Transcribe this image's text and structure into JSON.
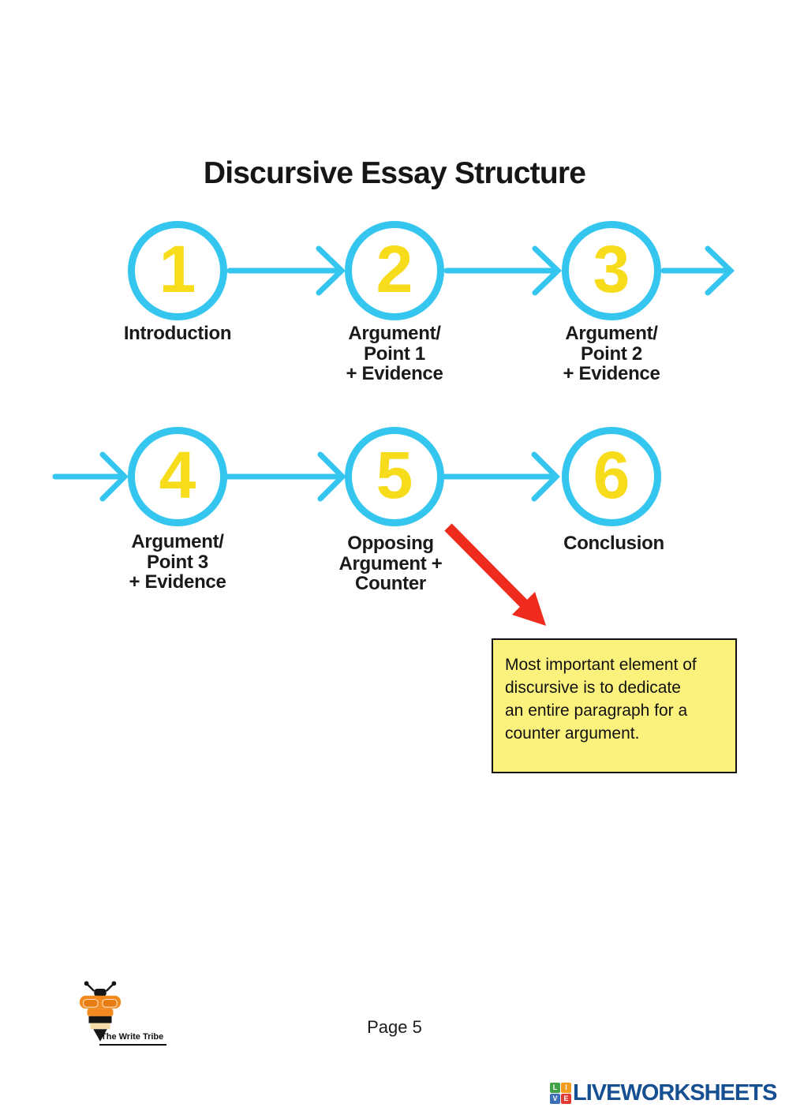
{
  "title": "Discursive Essay Structure",
  "steps": [
    {
      "number": "1",
      "label_lines": [
        "Introduction"
      ]
    },
    {
      "number": "2",
      "label_lines": [
        "Argument/",
        "Point 1",
        "+ Evidence"
      ]
    },
    {
      "number": "3",
      "label_lines": [
        "Argument/",
        "Point 2",
        "+ Evidence"
      ]
    },
    {
      "number": "4",
      "label_lines": [
        "Argument/",
        "Point 3",
        "+ Evidence"
      ]
    },
    {
      "number": "5",
      "label_lines": [
        "Opposing",
        "Argument +",
        "Counter"
      ]
    },
    {
      "number": "6",
      "label_lines": [
        "Conclusion"
      ]
    }
  ],
  "note": {
    "lines": [
      "Most important element of",
      "discursive is to dedicate",
      "an entire paragraph for a",
      "counter argument."
    ]
  },
  "footer": {
    "page_label": "Page 5",
    "brand_name": "The Write Tribe",
    "watermark": "LIVEWORKSHEETS",
    "live_squares": [
      {
        "letter": "L",
        "color": "#43A047"
      },
      {
        "letter": "I",
        "color": "#F39C1F"
      },
      {
        "letter": "V",
        "color": "#3D6FB6"
      },
      {
        "letter": "E",
        "color": "#E23B33"
      }
    ]
  },
  "colors": {
    "flow_cyan": "#35C6F0",
    "number_yellow": "#F6DC1B",
    "note_bg": "#FBF27E",
    "arrow_red": "#EF2B1E",
    "watermark_blue": "#164F92"
  }
}
